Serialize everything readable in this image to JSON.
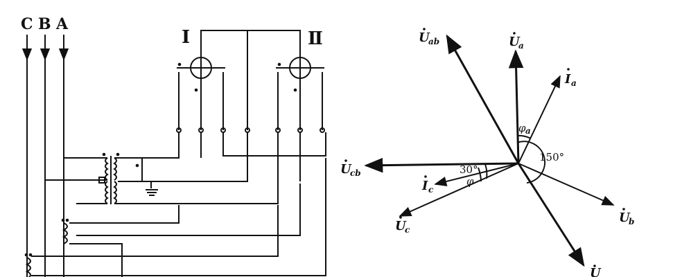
{
  "circuit": {
    "phases": [
      "C",
      "B",
      "A"
    ],
    "meter_labels": [
      "I",
      "Ⅱ"
    ]
  },
  "phasor": {
    "vectors": [
      {
        "symbol": "U",
        "sub": "ab"
      },
      {
        "symbol": "U",
        "sub": "a"
      },
      {
        "symbol": "I",
        "sub": "a"
      },
      {
        "symbol": "U",
        "sub": "cb"
      },
      {
        "symbol": "I",
        "sub": "c"
      },
      {
        "symbol": "U",
        "sub": "c"
      },
      {
        "symbol": "U",
        "sub": "b"
      },
      {
        "symbol": "U",
        "sub": ""
      }
    ],
    "angles": {
      "phi_a": {
        "symbol": "φ",
        "sub": "a"
      },
      "deg150": "150°",
      "deg30": "30°",
      "phi": "φ"
    }
  },
  "colors": {
    "ink": "#111111",
    "background": "#ffffff"
  }
}
